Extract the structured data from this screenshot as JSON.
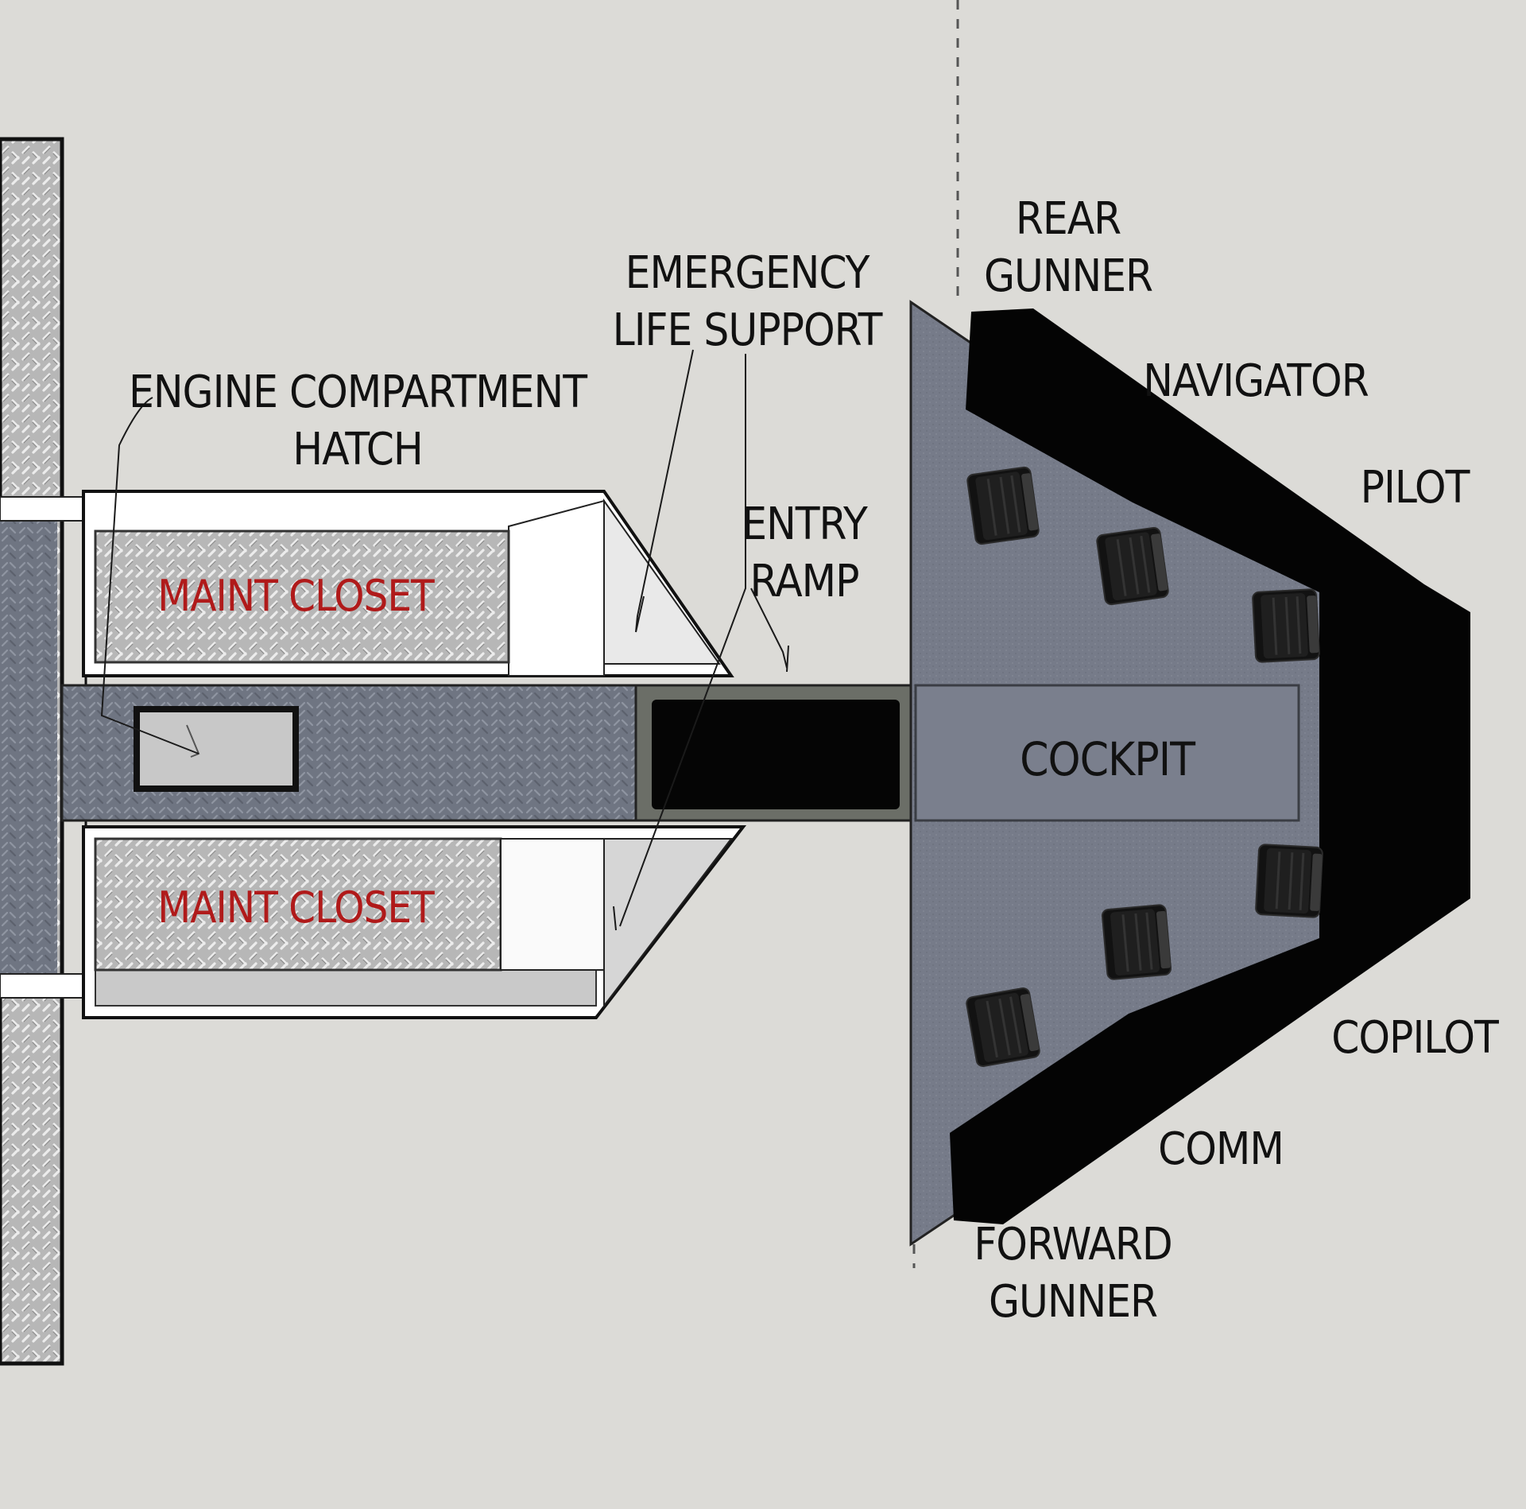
{
  "colors": {
    "background": "#dcdbd7",
    "plate": "#b7b7b7",
    "plate_dark": "#6f7582",
    "console": "#040404",
    "wall": "#ffffff",
    "red_label": "#b01a1a",
    "ink": "#111111"
  },
  "labels": {
    "engine_hatch": [
      "ENGINE COMPARTMENT",
      "HATCH"
    ],
    "emergency_life_support": [
      "EMERGENCY",
      "LIFE SUPPORT"
    ],
    "entry_ramp": [
      "ENTRY",
      "RAMP"
    ],
    "maint_closet_top": "MAINT CLOSET",
    "maint_closet_bottom": "MAINT CLOSET",
    "cockpit": "COCKPIT",
    "rear_gunner": [
      "REAR",
      "GUNNER"
    ],
    "navigator": "NAVIGATOR",
    "pilot": "PILOT",
    "copilot": "COPILOT",
    "comm": "COMM",
    "forward_gunner": [
      "FORWARD",
      "GUNNER"
    ]
  },
  "icons": {
    "seat": "seat-icon"
  }
}
